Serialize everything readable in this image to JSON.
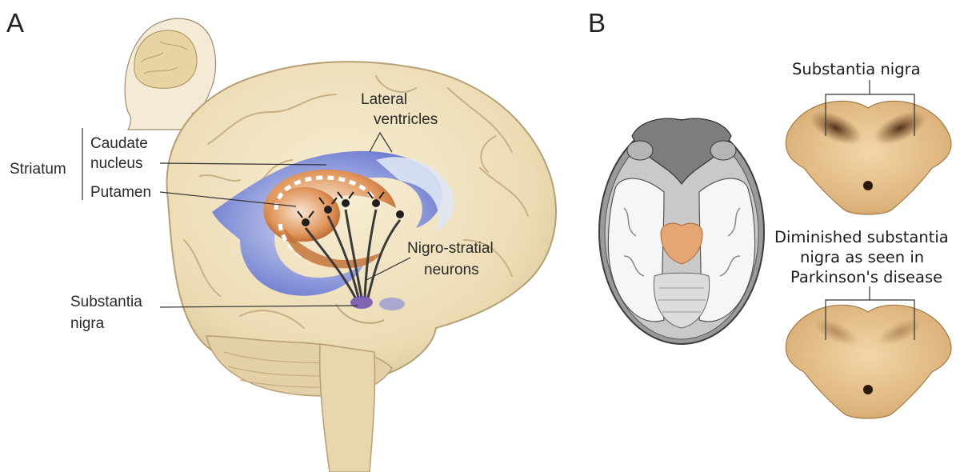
{
  "panels": {
    "a": "A",
    "b": "B"
  },
  "panel_a": {
    "striatum": "Striatum",
    "caudate_line1": "Caudate",
    "caudate_line2": "nucleus",
    "putamen": "Putamen",
    "lateral_line1": "Lateral",
    "lateral_line2": "ventricles",
    "nigro_line1": "Nigro-stratial",
    "nigro_line2": "neurons",
    "substantia_line1": "Substantia",
    "substantia_line2": "nigra"
  },
  "panel_b": {
    "normal_title": "Substantia nigra",
    "diminished_line1": "Diminished substantia",
    "diminished_line2": "nigra as seen in",
    "diminished_line3": "Parkinson's disease"
  },
  "colors": {
    "brain": "#f1e4c3",
    "brain_shadow": "#d9c7a0",
    "ventricle": "#6f7ed6",
    "striatum": "#d9884a",
    "midbrain": "#e7c08a",
    "pigment": "#5a3418"
  }
}
